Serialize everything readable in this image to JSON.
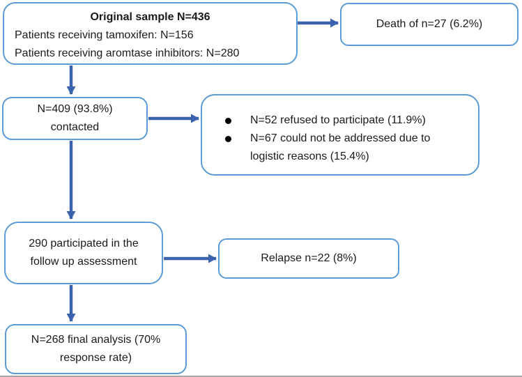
{
  "figure": {
    "colors": {
      "box_border": "#5B9BD5",
      "arrow": "#3A62AD",
      "text": "#1A1A1A",
      "bullet": "#000000",
      "bottom_rule": "#A6A6A6",
      "background": "#FFFFFF"
    },
    "nodes": {
      "original": {
        "title": "Original sample N=436",
        "lines": [
          "Patients receiving tamoxifen: N=156",
          "Patients receiving aromtase inhibitors: N=280"
        ]
      },
      "death": {
        "text": "Death of n=27 (6.2%)"
      },
      "contacted": {
        "lines": [
          "N=409 (93.8%)",
          "contacted"
        ]
      },
      "exclusions": {
        "bullets": [
          "N=52 refused to participate (11.9%)",
          "N=67 could not be addressed due to logistic reasons (15.4%)"
        ]
      },
      "followup": {
        "lines": [
          "290 participated in the",
          "follow up assessment"
        ]
      },
      "relapse": {
        "text": "Relapse n=22 (8%)"
      },
      "final": {
        "lines": [
          "N=268 final analysis (70%",
          "response rate)"
        ]
      }
    },
    "edges": [
      {
        "from": "original",
        "to": "death"
      },
      {
        "from": "original",
        "to": "contacted"
      },
      {
        "from": "contacted",
        "to": "exclusions"
      },
      {
        "from": "contacted",
        "to": "followup"
      },
      {
        "from": "followup",
        "to": "relapse"
      },
      {
        "from": "followup",
        "to": "final"
      }
    ]
  }
}
